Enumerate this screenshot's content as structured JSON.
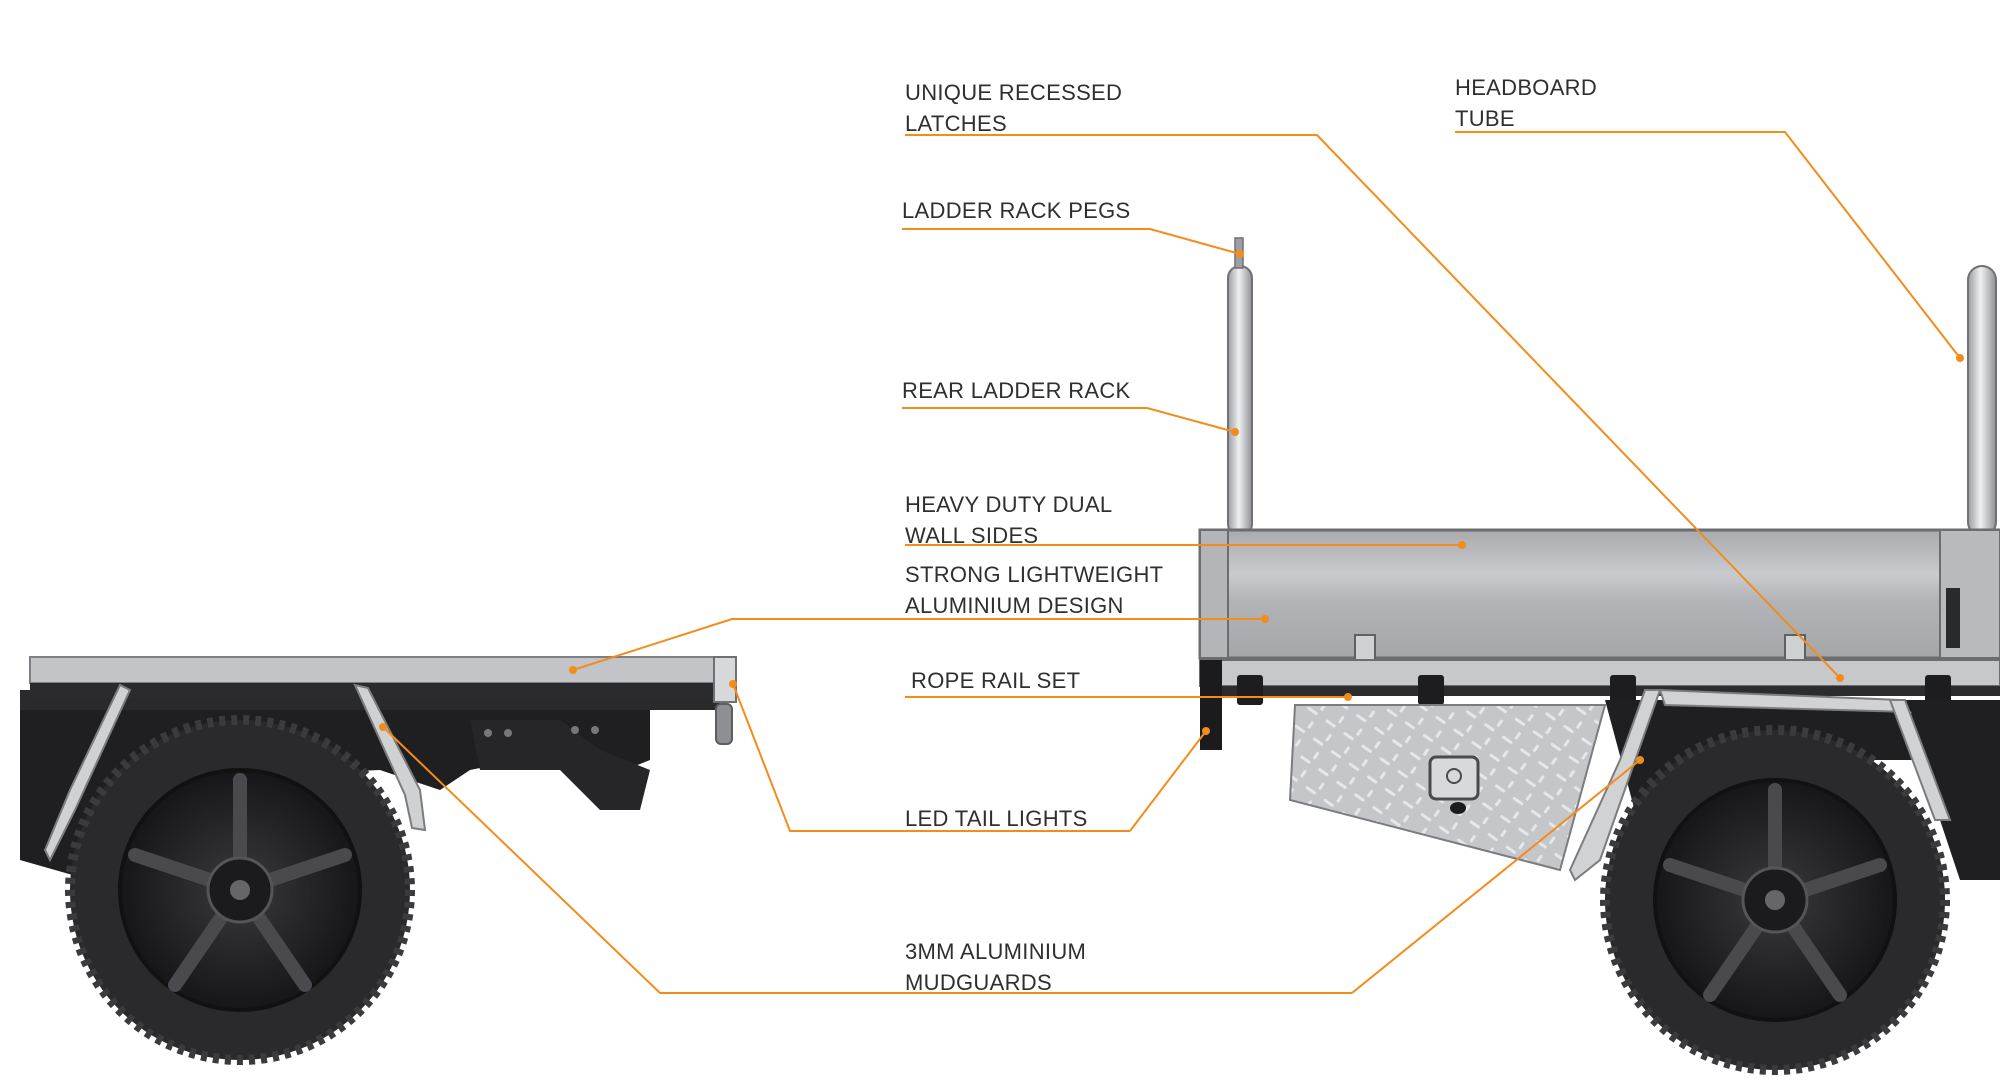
{
  "labels": {
    "recessed_latches": [
      "UNIQUE RECESSED",
      "LATCHES"
    ],
    "headboard_tube": [
      "HEADBOARD",
      "TUBE"
    ],
    "ladder_rack_pegs": [
      "LADDER RACK PEGS"
    ],
    "rear_ladder_rack": [
      "REAR LADDER RACK"
    ],
    "dual_wall_sides": [
      "HEAVY DUTY DUAL",
      "WALL SIDES"
    ],
    "aluminium_design": [
      "STRONG LIGHTWEIGHT",
      "ALUMINIUM DESIGN"
    ],
    "rope_rail_set": [
      "ROPE RAIL SET"
    ],
    "led_tail_lights": [
      "LED TAIL LIGHTS"
    ],
    "mudguards": [
      "3MM ALUMINIUM",
      "MUDGUARDS"
    ]
  },
  "colors": {
    "leader": "#f28c1b",
    "text": "#2f2f2f",
    "tray_aluminium": "#b9bbbe",
    "chassis": "#1f1f21",
    "tyre": "#2a2a2c"
  }
}
